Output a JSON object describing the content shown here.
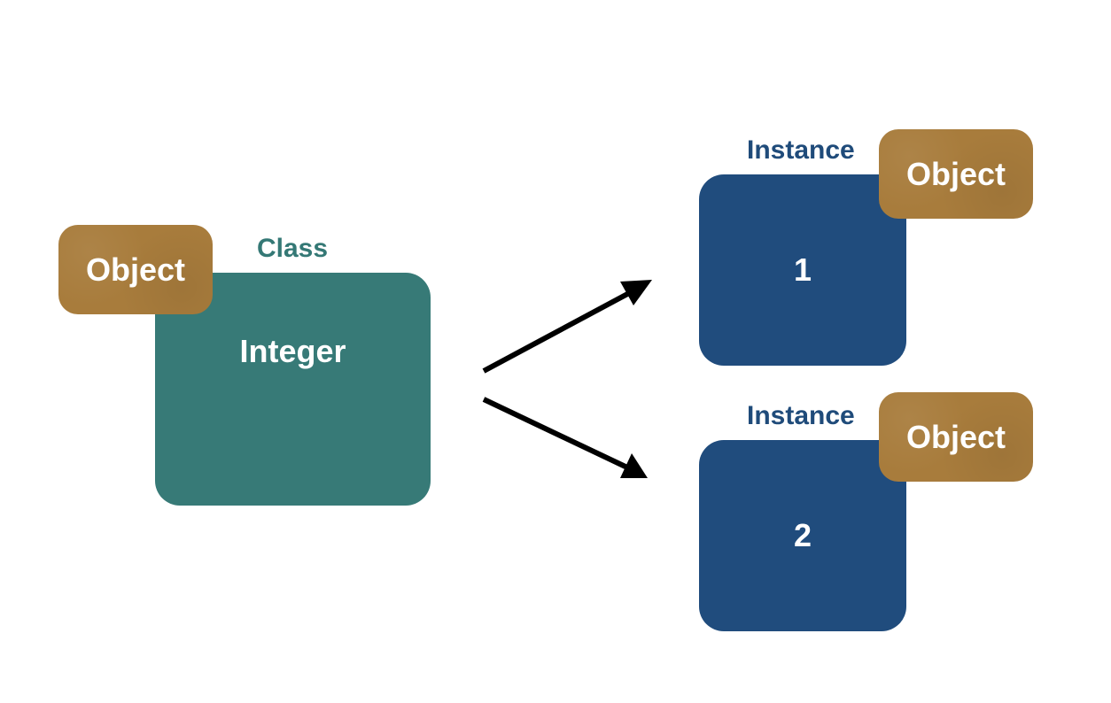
{
  "class": {
    "label": "Class",
    "name": "Integer",
    "tag": "Object",
    "color": "#377a77"
  },
  "instances": [
    {
      "label": "Instance",
      "value": "1",
      "tag": "Object"
    },
    {
      "label": "Instance",
      "value": "2",
      "tag": "Object"
    }
  ],
  "colors": {
    "instance_box": "#204c7d",
    "instance_label": "#1f4b7a",
    "object_tag": "#a87c3c",
    "arrow": "#000000"
  }
}
